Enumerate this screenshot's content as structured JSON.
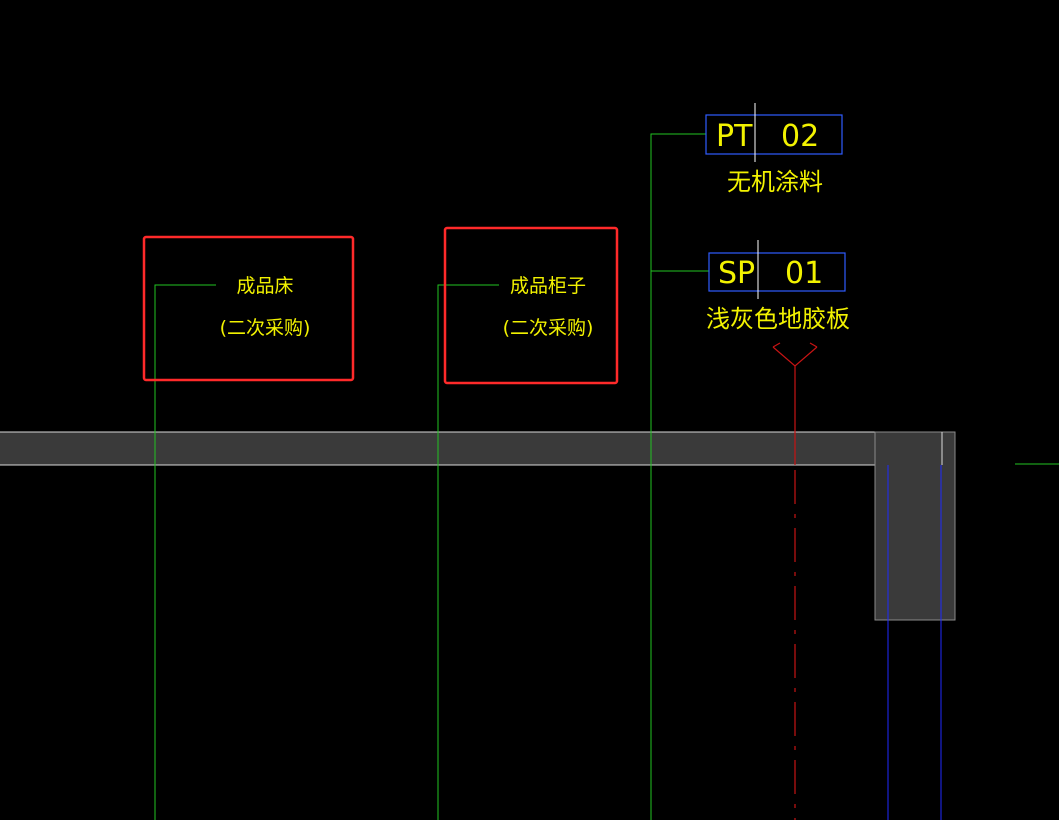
{
  "colors": {
    "background": "#000000",
    "text": "#f2f200",
    "leader": "#22c322",
    "highlight_box": "#ff2a2a",
    "tag_box": "#2f5cff",
    "wall_fill": "#3a3a3a",
    "wall_edge": "#d9d9d9",
    "center_line": "#c81414",
    "blue_line": "#1f2aff"
  },
  "annotations": [
    {
      "line1": "成品床",
      "line2": "(二次采购)"
    },
    {
      "line1": "成品柜子",
      "line2": "(二次采购)"
    }
  ],
  "tags": [
    {
      "code": "PT",
      "number": "02",
      "description": "无机涂料"
    },
    {
      "code": "SP",
      "number": "01",
      "description": "浅灰色地胶板"
    }
  ]
}
